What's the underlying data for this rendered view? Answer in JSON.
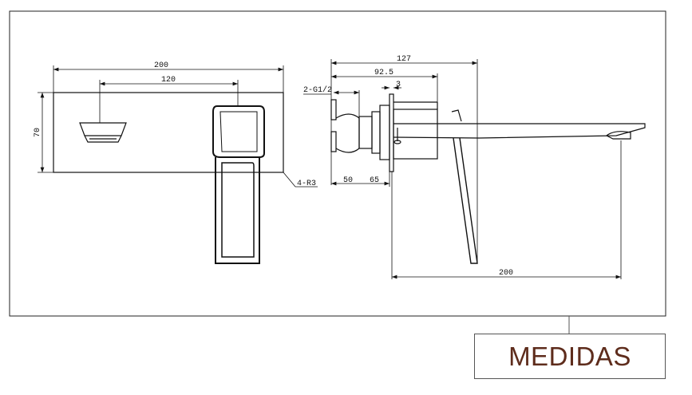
{
  "drawing": {
    "front_view": {
      "plate_width": "200",
      "hole_spacing": "120",
      "plate_height": "70",
      "corner_radius": "4-R3"
    },
    "side_view": {
      "total_depth": "127",
      "body_depth": "92.5",
      "inlet_thread": "2-G1/2",
      "plate_thickness": "3",
      "adjust_min": "50",
      "adjust_max": "65",
      "spout_reach": "200"
    }
  },
  "label": {
    "title": "MEDIDAS"
  },
  "colors": {
    "line": "#111111",
    "label_text": "#5e2c1c"
  }
}
